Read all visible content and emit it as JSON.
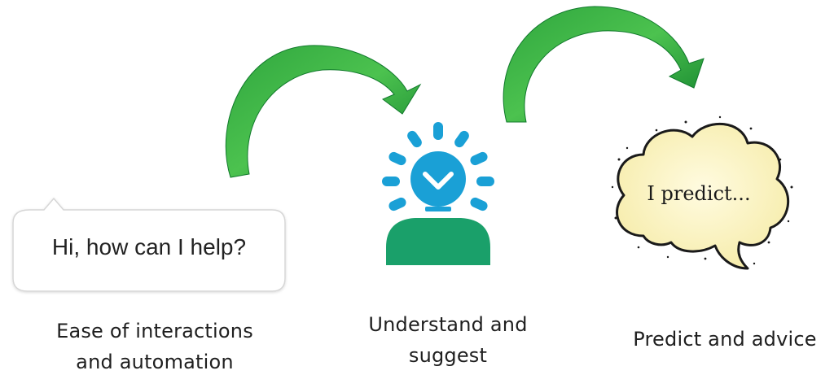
{
  "chat": {
    "text": "Hi, how can I help?"
  },
  "thought": {
    "text": "I predict..."
  },
  "steps": [
    {
      "line1": "Ease of interactions",
      "line2": "and automation"
    },
    {
      "line1": "Understand and",
      "line2": "suggest"
    },
    {
      "line1": "Predict and advice",
      "line2": ""
    }
  ],
  "colors": {
    "arrow": "#1e9a38",
    "arrow_light": "#5fcf5a",
    "bulb_blue": "#1aa0d6",
    "person_green": "#1aa06a",
    "cloud_fill": "#fcf6c4",
    "chat_border": "#d6d6d6"
  },
  "icons": {
    "chat": "speech-bubble-icon",
    "bulb": "lightbulb-person-icon",
    "cloud": "thought-cloud-icon",
    "arrow": "curved-arrow-icon"
  }
}
